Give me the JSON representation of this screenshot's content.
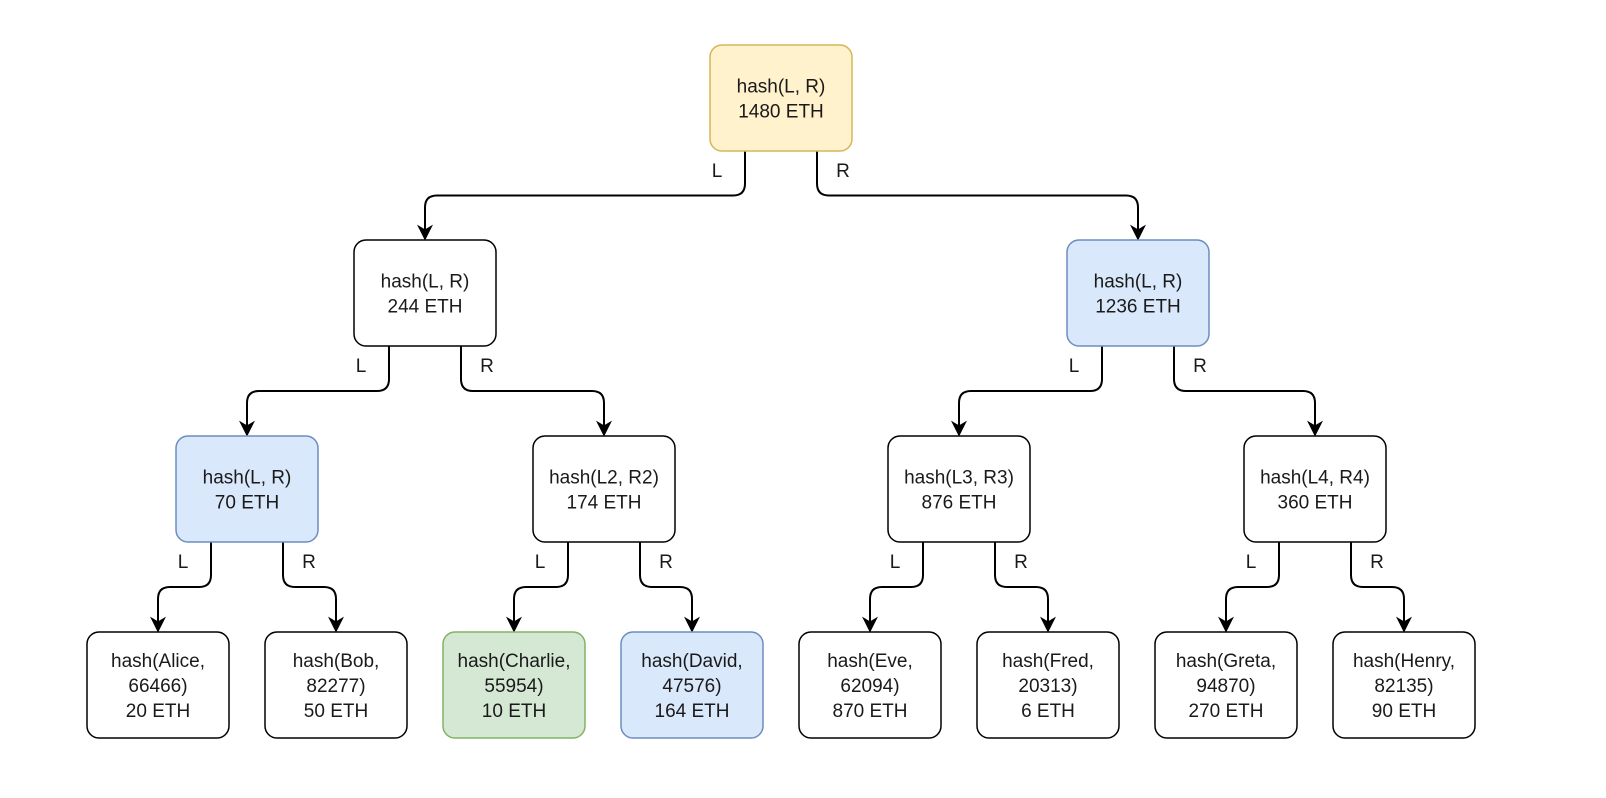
{
  "colors": {
    "default_fill": "#ffffff",
    "default_stroke": "#000000",
    "yellow_fill": "#fff2cc",
    "yellow_stroke": "#d6b656",
    "blue_fill": "#dae8fc",
    "blue_stroke": "#6c8ebf",
    "green_fill": "#d5e8d4",
    "green_stroke": "#82b366"
  },
  "nodes": {
    "root": {
      "lines": [
        "hash(L, R)",
        "1480 ETH"
      ],
      "style": "yellow"
    },
    "n1": {
      "lines": [
        "hash(L, R)",
        "244 ETH"
      ],
      "style": "default"
    },
    "n2": {
      "lines": [
        "hash(L, R)",
        "1236 ETH"
      ],
      "style": "blue"
    },
    "n3": {
      "lines": [
        "hash(L, R)",
        "70 ETH"
      ],
      "style": "blue"
    },
    "n4": {
      "lines": [
        "hash(L2, R2)",
        "174 ETH"
      ],
      "style": "default"
    },
    "n5": {
      "lines": [
        "hash(L3, R3)",
        "876 ETH"
      ],
      "style": "default"
    },
    "n6": {
      "lines": [
        "hash(L4, R4)",
        "360 ETH"
      ],
      "style": "default"
    },
    "alice": {
      "lines": [
        "hash(Alice,",
        "66466)",
        "20 ETH"
      ],
      "style": "default"
    },
    "bob": {
      "lines": [
        "hash(Bob,",
        "82277)",
        "50 ETH"
      ],
      "style": "default"
    },
    "charlie": {
      "lines": [
        "hash(Charlie,",
        "55954)",
        "10 ETH"
      ],
      "style": "green"
    },
    "david": {
      "lines": [
        "hash(David,",
        "47576)",
        "164 ETH"
      ],
      "style": "blue"
    },
    "eve": {
      "lines": [
        "hash(Eve,",
        "62094)",
        "870 ETH"
      ],
      "style": "default"
    },
    "fred": {
      "lines": [
        "hash(Fred,",
        "20313)",
        "6 ETH"
      ],
      "style": "default"
    },
    "greta": {
      "lines": [
        "hash(Greta,",
        "94870)",
        "270 ETH"
      ],
      "style": "default"
    },
    "henry": {
      "lines": [
        "hash(Henry,",
        "82135)",
        "90 ETH"
      ],
      "style": "default"
    }
  },
  "edges": [
    {
      "from": "root",
      "to": "n1",
      "label": "L"
    },
    {
      "from": "root",
      "to": "n2",
      "label": "R"
    },
    {
      "from": "n1",
      "to": "n3",
      "label": "L"
    },
    {
      "from": "n1",
      "to": "n4",
      "label": "R"
    },
    {
      "from": "n2",
      "to": "n5",
      "label": "L"
    },
    {
      "from": "n2",
      "to": "n6",
      "label": "R"
    },
    {
      "from": "n3",
      "to": "alice",
      "label": "L"
    },
    {
      "from": "n3",
      "to": "bob",
      "label": "R"
    },
    {
      "from": "n4",
      "to": "charlie",
      "label": "L"
    },
    {
      "from": "n4",
      "to": "david",
      "label": "R"
    },
    {
      "from": "n5",
      "to": "eve",
      "label": "L"
    },
    {
      "from": "n5",
      "to": "fred",
      "label": "R"
    },
    {
      "from": "n6",
      "to": "greta",
      "label": "L"
    },
    {
      "from": "n6",
      "to": "henry",
      "label": "R"
    }
  ]
}
